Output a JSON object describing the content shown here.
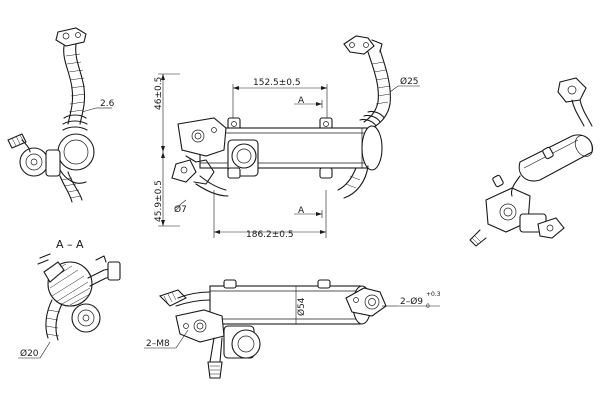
{
  "labels": {
    "dim_2_6": "2.6",
    "dim_152_5": "152.5±0.5",
    "dim_46": "46±0.5",
    "section_a_top": "A",
    "section_a_bottom": "A",
    "dim_d25": "Ø25",
    "dim_45_9": "45.9±0.5",
    "dim_d7": "Ø7",
    "dim_186_2": "186.2±0.5",
    "section_title": "A – A",
    "dim_d20": "Ø20",
    "dim_d54": "Ø54",
    "dim_2_m8": "2–M8",
    "dim_holes": "2–Ø9",
    "dim_holes_tol_top": "+0.3",
    "dim_holes_tol_bottom": "0"
  }
}
